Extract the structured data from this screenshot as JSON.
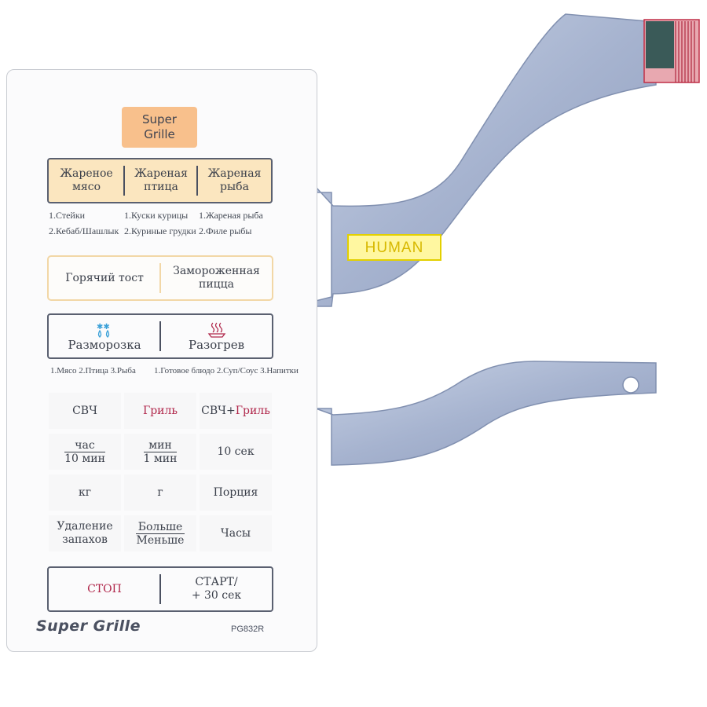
{
  "panel": {
    "super_grille_btn": {
      "line1": "Super",
      "line2": "Grille"
    },
    "auto_cook": {
      "buttons": [
        {
          "line1": "Жареное",
          "line2": "мясо"
        },
        {
          "line1": "Жареная",
          "line2": "птица"
        },
        {
          "line1": "Жареная",
          "line2": "рыба"
        }
      ],
      "subs": [
        {
          "line1": "1.Стейки",
          "line2": "2.Кебаб/Шашлык"
        },
        {
          "line1": "1.Куски курицы",
          "line2": "2.Куриные грудки"
        },
        {
          "line1": "1.Жареная рыба",
          "line2": "2.Филе рыбы"
        }
      ]
    },
    "toast": {
      "hot_toast": "Горячий тост",
      "frozen_pizza_1": "Замороженная",
      "frozen_pizza_2": "пицца"
    },
    "defrost": {
      "defrost": "Разморозка",
      "reheat": "Разогрев",
      "defrost_sub": "1.Мясо 2.Птица 3.Рыба",
      "reheat_sub": "1.Готовое блюдо 2.Суп/Соус 3.Напитки"
    },
    "grid": {
      "micro": "СВЧ",
      "grill": "Гриль",
      "combo_a": "СВЧ+",
      "combo_b": "Гриль",
      "hour_top": "час",
      "hour_bottom": "10 мин",
      "min_top": "мин",
      "min_bottom": "1 мин",
      "sec10": "10 сек",
      "kg": "кг",
      "g": "г",
      "portion": "Порция",
      "deodor_1": "Удаление",
      "deodor_2": "запахов",
      "more": "Больше",
      "less": "Меньше",
      "clock": "Часы"
    },
    "stop": "СТОП",
    "start_1": "СТАРТ/",
    "start_2": "+ 30 сек",
    "brand": "Super Grille",
    "model": "PG832R"
  },
  "ribbon": {
    "sticker": "HUMAN"
  },
  "colors": {
    "accent_orange": "#f8c08c",
    "auto_fill": "#fbe6bf",
    "red_text": "#b0264a",
    "border": "#5a6070"
  }
}
